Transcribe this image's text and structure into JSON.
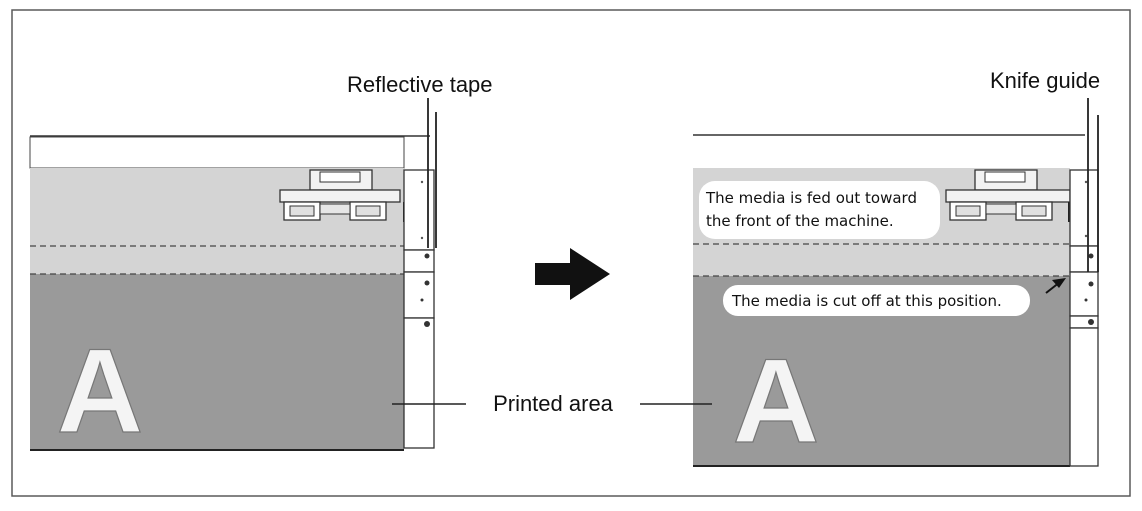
{
  "labels": {
    "reflective_tape": "Reflective tape",
    "knife_guide": "Knife guide",
    "printed_area": "Printed area"
  },
  "callouts": {
    "fed_out_line1": "The media is fed out toward",
    "fed_out_line2": "the front of the machine.",
    "cut_off": "The media is cut off at this position."
  },
  "letter_left": "A",
  "letter_right": "A",
  "colors": {
    "frame": "#5a5a5a",
    "printed_area": "#9a9a9a",
    "unprinted_media": "#d4d4d4",
    "arrow": "#111111",
    "bubble": "#ffffff"
  },
  "icons": {
    "transition": "right-arrow-icon",
    "cut_pointer": "diagonal-arrow-icon"
  }
}
